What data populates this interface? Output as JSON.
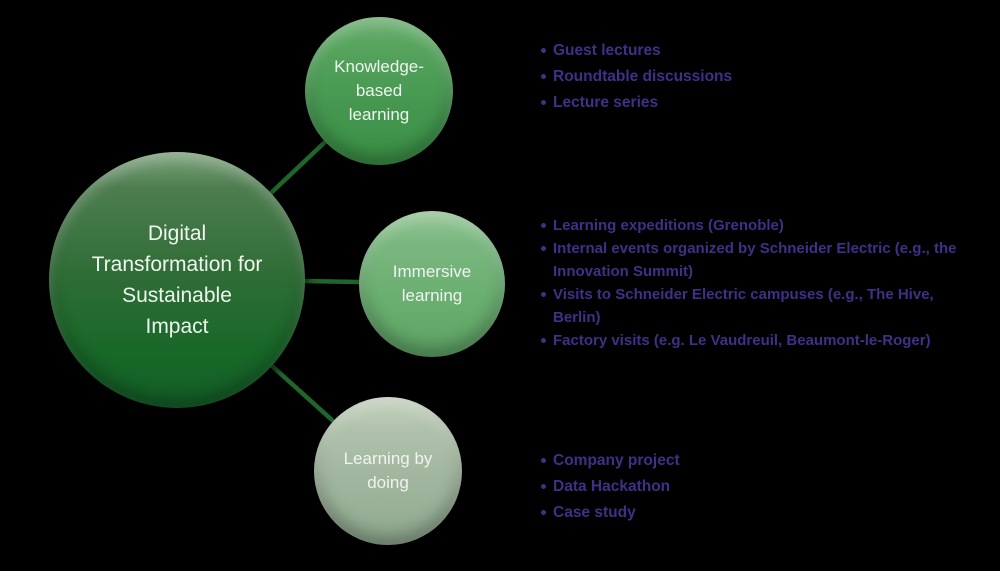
{
  "colors": {
    "background": "#000000",
    "connector_line": "#1e662c",
    "node_text": "#eff4ef",
    "bullet_text": "#3e3188",
    "center_node_top": "#7fa47e",
    "center_node_bottom": "#135f27",
    "knowledge_node_top": "#6fb074",
    "knowledge_node_bottom": "#399044",
    "immersive_node_top": "#97c699",
    "immersive_node_bottom": "#5ea465",
    "doing_node_top": "#c6d2c0",
    "doing_node_bottom": "#90aa90"
  },
  "center": {
    "label": "Digital Transformation for Sustainable Impact",
    "label_lines": [
      "Digital",
      "Transformation for",
      "Sustainable",
      "Impact"
    ]
  },
  "branches": [
    {
      "label": "Knowledge-based learning",
      "items": [
        "Guest lectures",
        "Roundtable discussions",
        "Lecture series"
      ]
    },
    {
      "label": "Immersive learning",
      "items": [
        "Learning expeditions (Grenoble)",
        "Internal events organized by Schneider Electric (e.g., the Innovation Summit)",
        "Visits to Schneider Electric campuses (e.g., The Hive, Berlin)",
        "Factory visits (e.g. Le Vaudreuil, Beaumont-le-Roger)"
      ]
    },
    {
      "label": "Learning by doing",
      "items": [
        "Company project",
        "Data Hackathon",
        "Case study"
      ]
    }
  ]
}
